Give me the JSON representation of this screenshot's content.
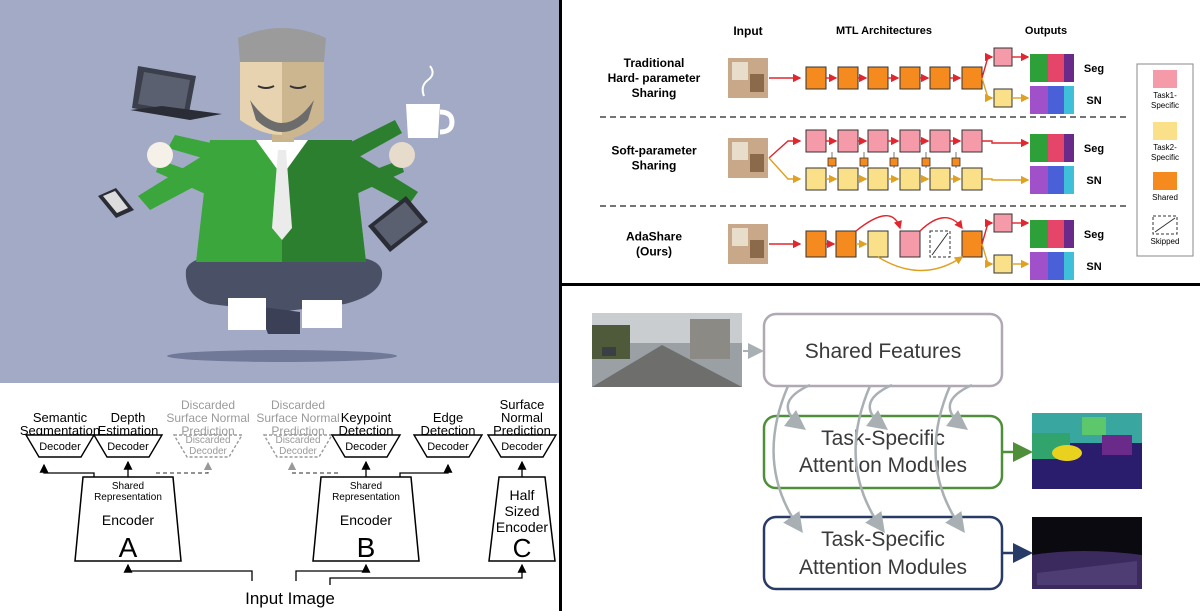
{
  "mtl_figure": {
    "col_input": "Input",
    "col_arch": "MTL Architectures",
    "col_outputs": "Outputs",
    "rows": [
      {
        "label_lines": [
          "Traditional",
          "Hard- parameter",
          "Sharing"
        ],
        "outputs": [
          "Seg",
          "SN"
        ]
      },
      {
        "label_lines": [
          "Soft-parameter",
          "Sharing"
        ],
        "outputs": [
          "Seg",
          "SN"
        ]
      },
      {
        "label_lines": [
          "AdaShare",
          "(Ours)"
        ],
        "outputs": [
          "Seg",
          "SN"
        ]
      }
    ],
    "legend": [
      {
        "lines": [
          "Task1-",
          "Specific"
        ],
        "color": "#f49aa8"
      },
      {
        "lines": [
          "Task2-",
          "Specific"
        ],
        "color": "#fbe08a"
      },
      {
        "lines": [
          "Shared"
        ],
        "color": "#f58a1f"
      },
      {
        "lines": [
          "Skipped"
        ],
        "color": "none"
      }
    ],
    "colors": {
      "shared": "#f58a1f",
      "task1": "#f49aa8",
      "task2": "#fbe08a",
      "task1_arrow": "#e0262e",
      "task2_arrow": "#e0a020"
    }
  },
  "encoder_figure": {
    "tasks_a": [
      {
        "lines": [
          "Semantic",
          "Segmentation"
        ],
        "decoder": "Decoder",
        "discarded": false
      },
      {
        "lines": [
          "Depth",
          "Estimation"
        ],
        "decoder": "Decoder",
        "discarded": false
      },
      {
        "lines": [
          "Discarded",
          "Surface Normal",
          "Prediction"
        ],
        "decoder": "Discarded Decoder",
        "discarded": true
      }
    ],
    "tasks_b": [
      {
        "lines": [
          "Discarded",
          "Surface Normal",
          "Prediction"
        ],
        "decoder": "Discarded Decoder",
        "discarded": true
      },
      {
        "lines": [
          "Keypoint",
          "Detection"
        ],
        "decoder": "Decoder",
        "discarded": false
      },
      {
        "lines": [
          "Edge",
          "Detection"
        ],
        "decoder": "Decoder",
        "discarded": false
      }
    ],
    "task_c": {
      "lines": [
        "Surface",
        "Normal",
        "Prediction"
      ],
      "decoder": "Decoder"
    },
    "encoder_a": {
      "shared": [
        "Shared",
        "Representation"
      ],
      "title": "Encoder",
      "letter": "A"
    },
    "encoder_b": {
      "shared": [
        "Shared",
        "Representation"
      ],
      "title": "Encoder",
      "letter": "B"
    },
    "encoder_c": {
      "lines": [
        "Half",
        "Sized",
        "Encoder"
      ],
      "letter": "C"
    },
    "input_label": "Input Image"
  },
  "attention_figure": {
    "shared": "Shared Features",
    "module1": [
      "Task-Specific",
      "Attention Modules"
    ],
    "module2": [
      "Task-Specific",
      "Attention Modules"
    ],
    "colors": {
      "shared_border": "#b0a8b4",
      "module1_border": "#4f8f3a",
      "module2_border": "#283a66"
    }
  }
}
